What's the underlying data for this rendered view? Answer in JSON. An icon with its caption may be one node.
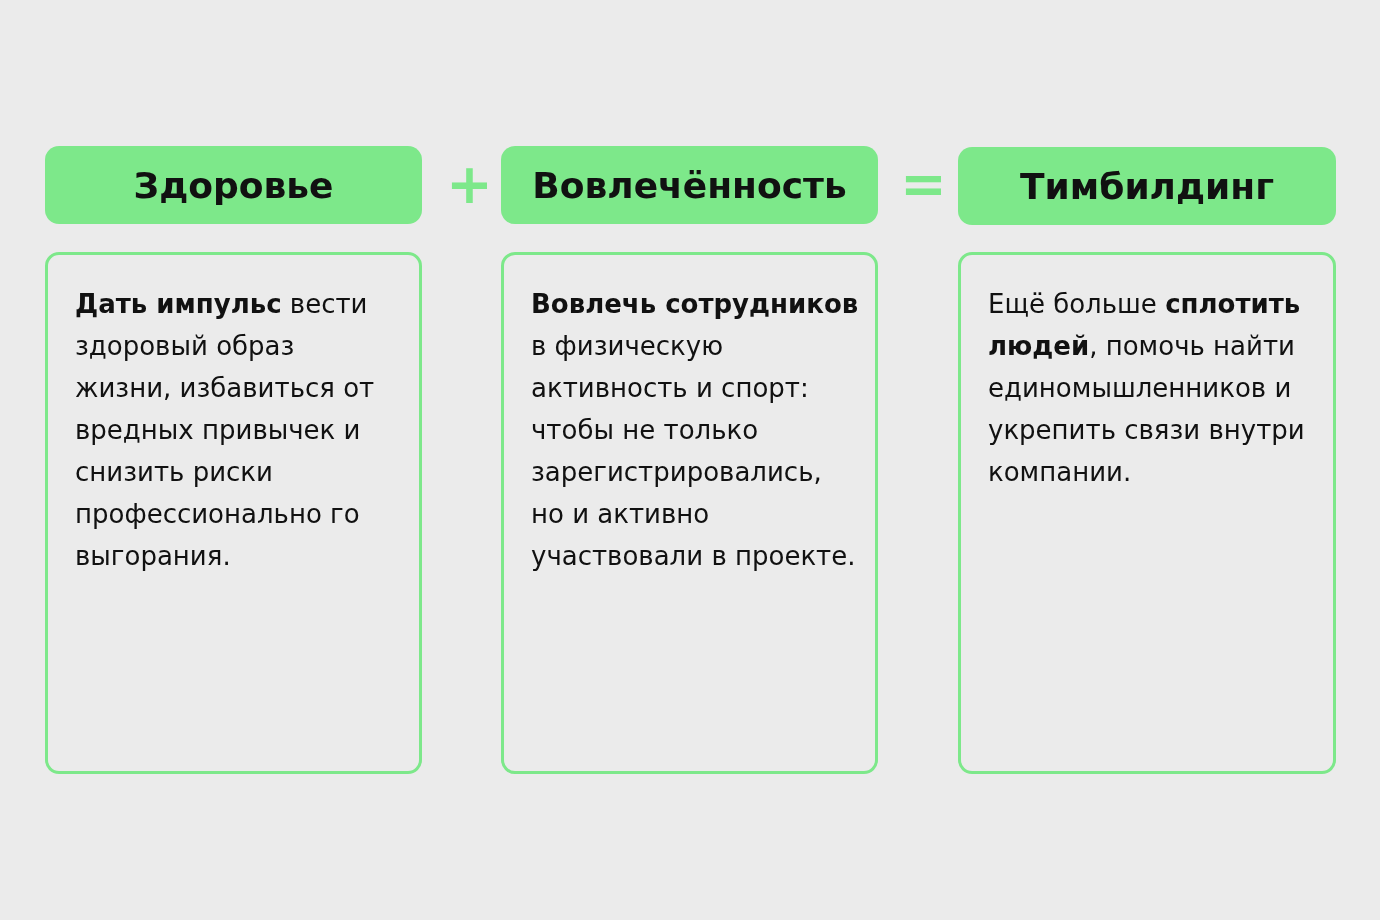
{
  "diagram": {
    "nodes": [
      {
        "text": [
          "Здоровье"
        ]
      },
      {
        "text": [
          "Вовлечённость"
        ]
      },
      {
        "text": [
          "Тимбилдинг"
        ]
      },
      {
        "text": [
          "**Дать импульс** вести здоровый образ жизни, избавиться от вредных привычек и снизить риски профессионально го выгорания."
        ]
      },
      {
        "text": [
          "**Вовлечь сотрудников** в физическую активность и спорт: чтобы не только зарегистрировались, но и активно участвовали в проекте."
        ]
      },
      {
        "text": [
          "Ещё больше **сплотить людей**, помочь найти единомышленников и укрепить связи внутри компании."
        ]
      }
    ],
    "edges": [],
    "labels": [
      "+",
      "="
    ]
  }
}
